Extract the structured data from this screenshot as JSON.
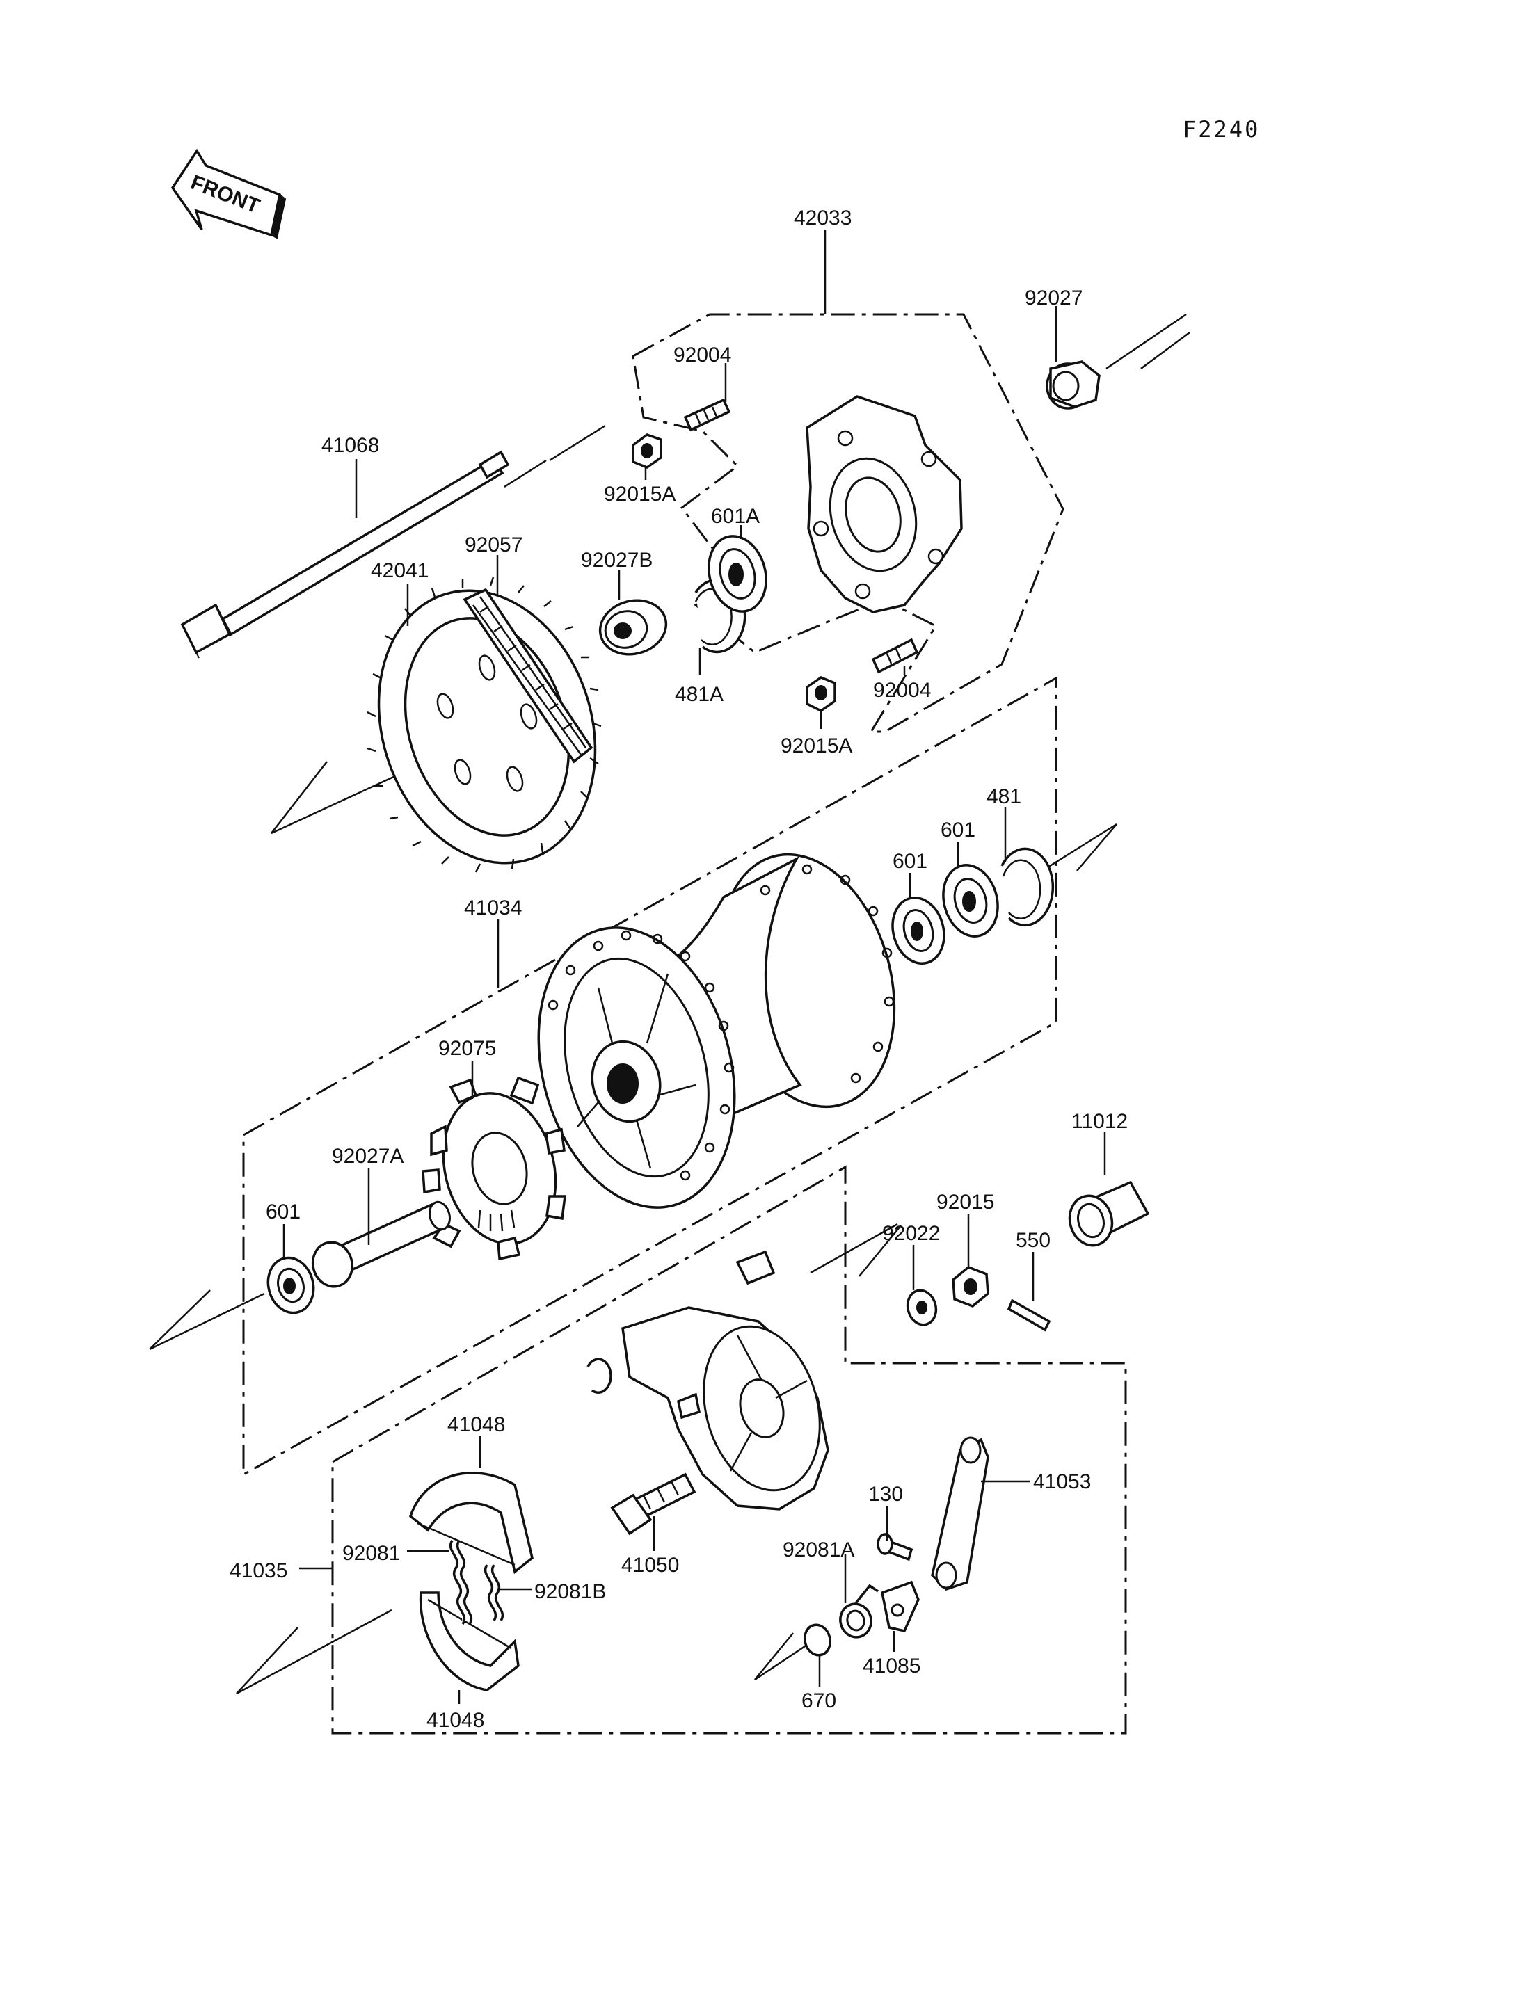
{
  "diagram_code": "F2240",
  "front_label": "FRONT",
  "parts": [
    {
      "id": "42033"
    },
    {
      "id": "92027"
    },
    {
      "id": "92004",
      "note": "upper"
    },
    {
      "id": "41068"
    },
    {
      "id": "92015A",
      "note": "upper"
    },
    {
      "id": "601A"
    },
    {
      "id": "92027B"
    },
    {
      "id": "92057"
    },
    {
      "id": "42041"
    },
    {
      "id": "481A"
    },
    {
      "id": "92004",
      "note": "lower"
    },
    {
      "id": "92015A",
      "note": "lower"
    },
    {
      "id": "481"
    },
    {
      "id": "601",
      "note": "right-outer"
    },
    {
      "id": "601",
      "note": "right-inner"
    },
    {
      "id": "41034"
    },
    {
      "id": "92075"
    },
    {
      "id": "11012"
    },
    {
      "id": "92027A"
    },
    {
      "id": "92015"
    },
    {
      "id": "601",
      "note": "left"
    },
    {
      "id": "92022"
    },
    {
      "id": "550"
    },
    {
      "id": "41048",
      "note": "upper"
    },
    {
      "id": "41053"
    },
    {
      "id": "130"
    },
    {
      "id": "92081"
    },
    {
      "id": "92081A"
    },
    {
      "id": "41035"
    },
    {
      "id": "92081B"
    },
    {
      "id": "41050"
    },
    {
      "id": "41085"
    },
    {
      "id": "670"
    },
    {
      "id": "41048",
      "note": "lower"
    }
  ]
}
